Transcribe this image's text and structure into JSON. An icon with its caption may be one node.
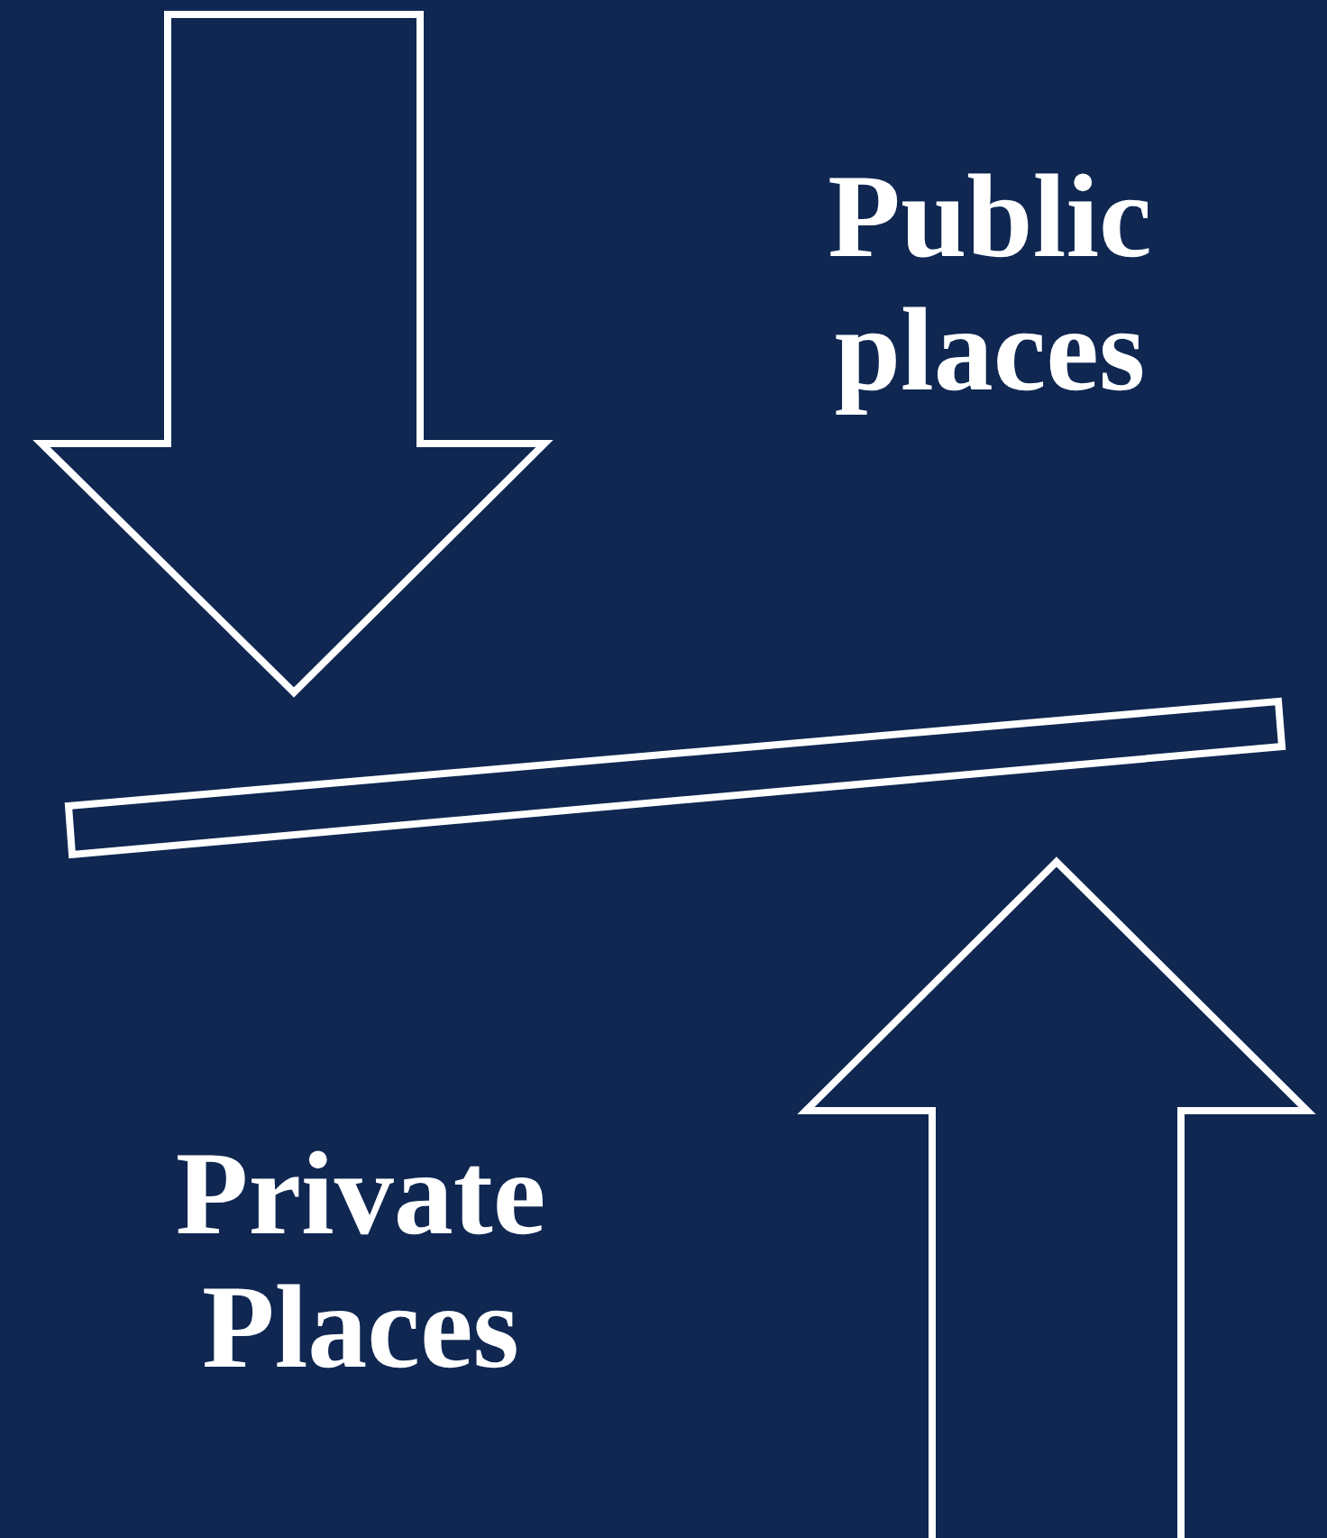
{
  "diagram": {
    "nodes": [
      {
        "text": [],
        "shape": "bar"
      }
    ],
    "labels": [
      "Public places",
      "Private Places"
    ]
  }
}
